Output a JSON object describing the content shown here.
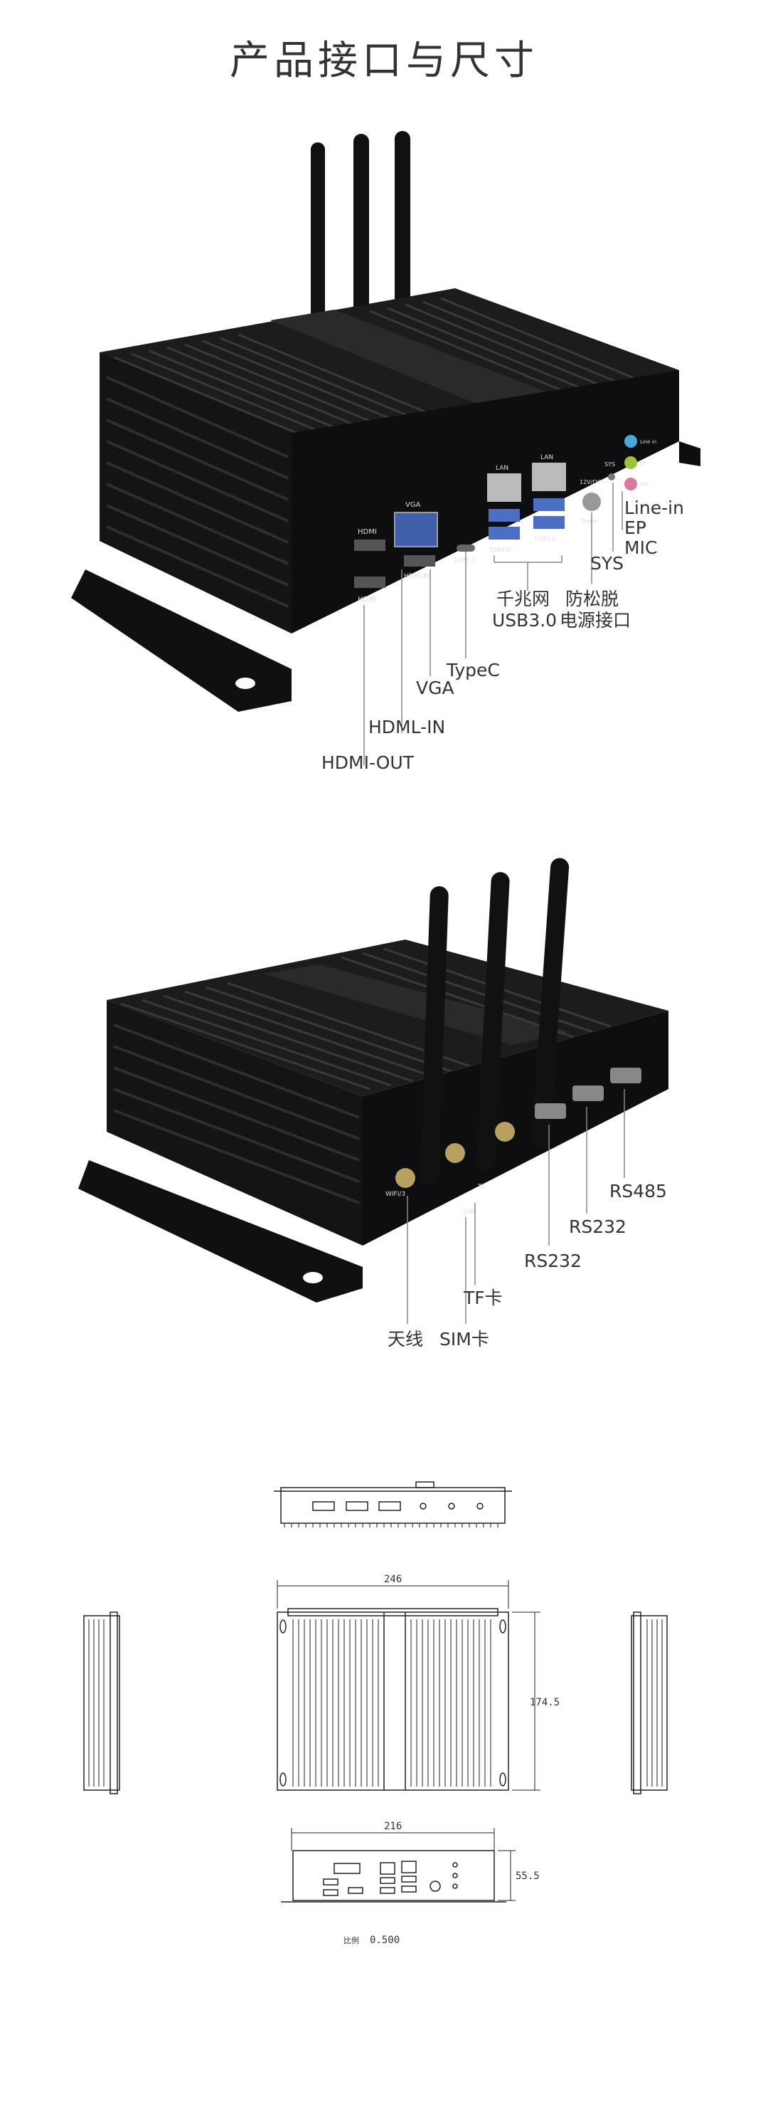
{
  "title": "产品接口与尺寸",
  "front_view": {
    "labels": {
      "line_in": "Line-in",
      "ep": "EP",
      "mic": "MIC",
      "sys": "SYS",
      "dc_power_1": "防松脱",
      "dc_power_2": "电源接口",
      "lan_1": "千兆网",
      "lan_2": "USB3.0",
      "typec": "TypeC",
      "vga": "VGA",
      "hdmi_in": "HDML-IN",
      "hdmi_out": "HDMI-OUT"
    },
    "silk": {
      "hdmi_top": "HDMI",
      "hdmi_bottom": "HDMI",
      "vga": "VGA",
      "hdmi_in": "HDMI IN",
      "typec": "TYPE C",
      "lan1": "LAN",
      "lan2": "LAN",
      "usb1": "USB3.0",
      "usb2": "USB3.0",
      "dc": "12V/DC",
      "sys": "SYS",
      "power": "Power",
      "line_in": "Line in",
      "ep": "EP",
      "mic": "MIC"
    }
  },
  "back_view": {
    "labels": {
      "rs485": "RS485",
      "rs232_a": "RS232",
      "rs232_b": "RS232",
      "tf": "TF卡",
      "antenna": "天线",
      "sim": "SIM卡"
    },
    "silk": {
      "wifi": "WIFI/3",
      "sim": "SIM",
      "tf": "TF"
    }
  },
  "drawing": {
    "width_top": "246",
    "height_side": "174.5",
    "width_bottom": "216",
    "height_small": "55.5",
    "scale_label": "比例",
    "scale_value": "0.500"
  }
}
